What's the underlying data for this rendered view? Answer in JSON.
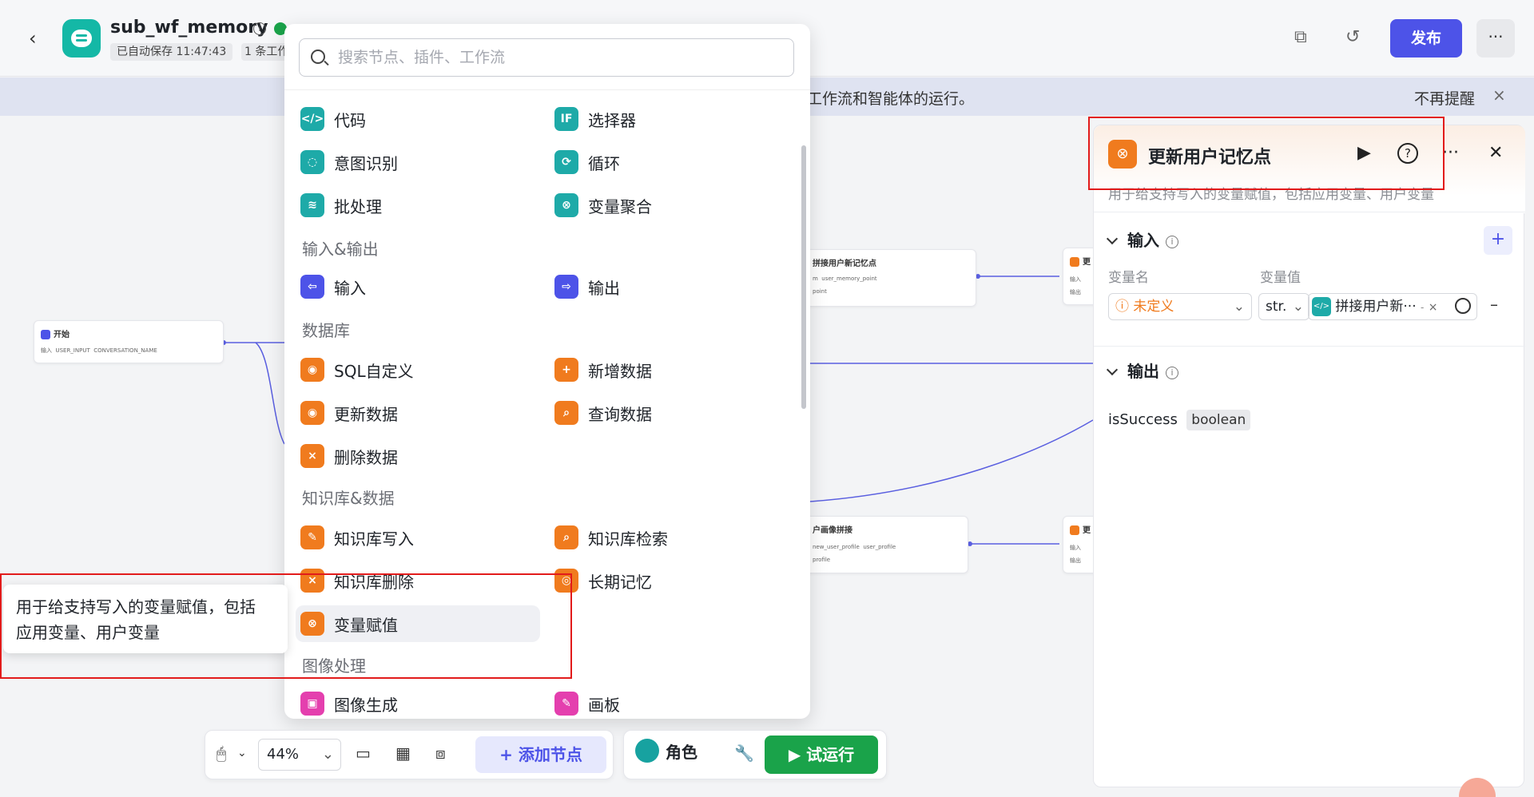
{
  "header": {
    "back_label": "‹",
    "app_icon": "chat-bubble-icon",
    "title": "sub_wf_memory",
    "autosave": "已自动保存 11:47:43",
    "issue_count": "1 条工作",
    "publish_label": "发布",
    "more_label": "···"
  },
  "notice": {
    "text": "工作流和智能体的运行。",
    "dismiss": "不再提醒",
    "close": "×"
  },
  "canvas": {
    "start_node": {
      "title": "开始",
      "inputs_label": "输入",
      "param1": "USER_INPUT",
      "param2": "CONVERSATION_NAME"
    },
    "node_concat": {
      "title": "拼接用户新记忆点",
      "in_label": "m",
      "in_value": "user_memory_point",
      "out_value": "point"
    },
    "node_profile": {
      "title": "户画像拼接",
      "in_label": "new_user_profile",
      "in_value": "user_profile",
      "out_value": "profile"
    },
    "node_update1": {
      "title": "更",
      "in_label": "输入",
      "out_label": "输出"
    },
    "node_update2": {
      "title": "更",
      "in_label": "输入",
      "out_label": "输出"
    }
  },
  "node_panel": {
    "search_placeholder": "搜索节点、插件、工作流",
    "top_items": [
      {
        "label": "代码",
        "icon": "code-icon"
      },
      {
        "label": "选择器",
        "icon": "if-icon"
      },
      {
        "label": "意图识别",
        "icon": "intent-icon"
      },
      {
        "label": "循环",
        "icon": "loop-icon"
      },
      {
        "label": "批处理",
        "icon": "batch-icon"
      },
      {
        "label": "变量聚合",
        "icon": "variable-merge-icon"
      }
    ],
    "sections": {
      "io": "输入&输出",
      "db": "数据库",
      "kb": "知识库&数据",
      "image": "图像处理"
    },
    "io_items": [
      {
        "label": "输入",
        "icon": "input-icon"
      },
      {
        "label": "输出",
        "icon": "output-icon"
      }
    ],
    "db_items": [
      {
        "label": "SQL自定义",
        "icon": "database-icon"
      },
      {
        "label": "新增数据",
        "icon": "database-add-icon"
      },
      {
        "label": "更新数据",
        "icon": "database-update-icon"
      },
      {
        "label": "查询数据",
        "icon": "database-query-icon"
      },
      {
        "label": "删除数据",
        "icon": "database-delete-icon"
      }
    ],
    "kb_items": [
      {
        "label": "知识库写入",
        "icon": "kb-write-icon"
      },
      {
        "label": "知识库检索",
        "icon": "kb-search-icon"
      },
      {
        "label": "知识库删除",
        "icon": "kb-delete-icon"
      },
      {
        "label": "长期记忆",
        "icon": "memory-icon"
      },
      {
        "label": "变量赋值",
        "icon": "variable-assign-icon"
      }
    ],
    "image_items": [
      {
        "label": "图像生成",
        "icon": "image-gen-icon"
      },
      {
        "label": "画板",
        "icon": "canvas-board-icon"
      }
    ]
  },
  "tooltip": {
    "line1": "用于给支持写入的变量赋值，包括",
    "line2": "应用变量、用户变量"
  },
  "settings_panel": {
    "title": "更新用户记忆点",
    "description": "用于给支持写入的变量赋值，包括应用变量、用户变量",
    "input_section": "输入",
    "output_section": "输出",
    "col_name": "变量名",
    "col_value": "变量值",
    "var_name_value": "未定义",
    "type_value": "str.",
    "ref_value": "拼接用户新···",
    "ref_suffix": "-",
    "ref_close": "×",
    "remove": "–",
    "output_name": "isSuccess",
    "output_type": "boolean"
  },
  "toolbar": {
    "zoom": "44%",
    "add_node": "添加节点",
    "role": "角色",
    "run": "试运行"
  },
  "colors": {
    "accent": "#4d53e8",
    "run_green": "#1aa34a",
    "teal": "#1eaaa8",
    "orange": "#f07b1e",
    "pink": "#e43fae",
    "annotation_red": "#e21b1b"
  }
}
